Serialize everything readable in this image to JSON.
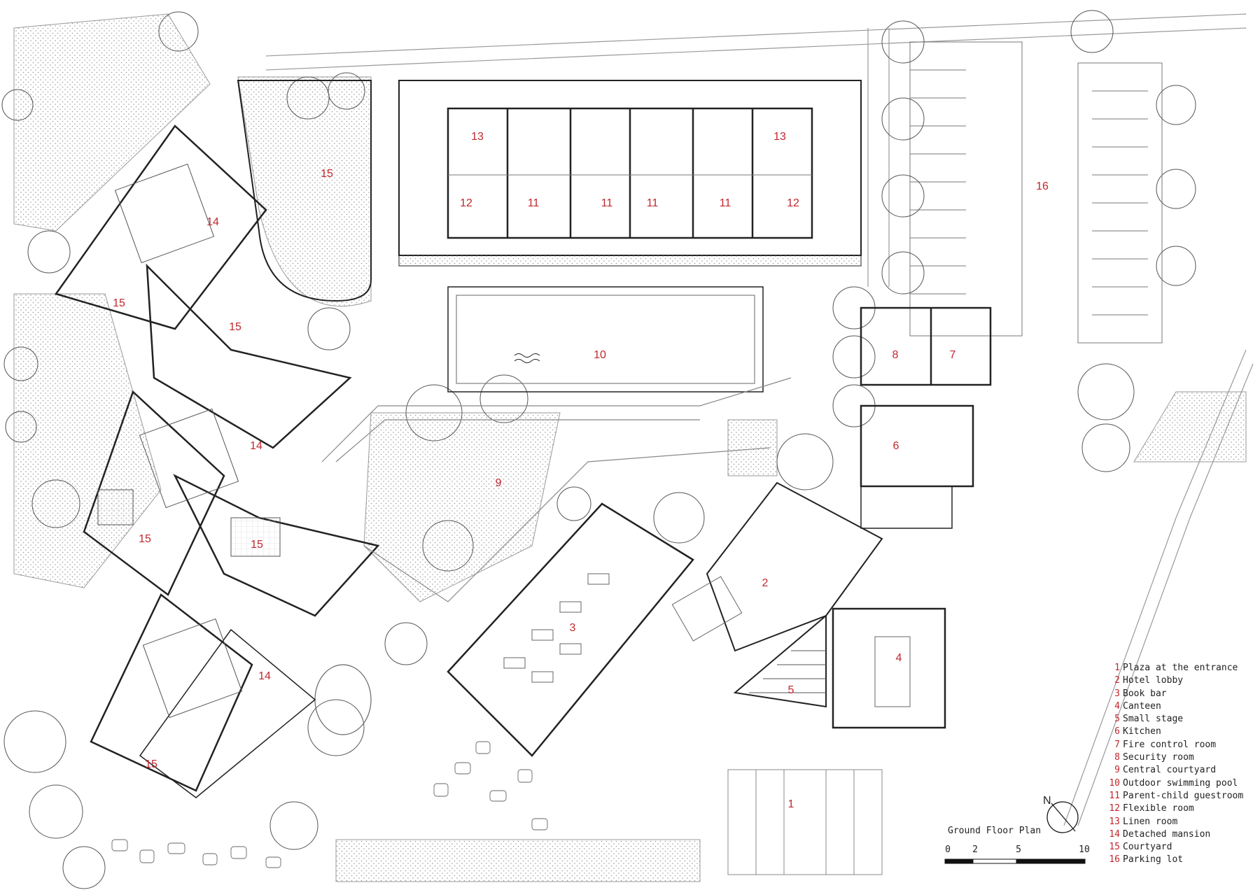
{
  "rooms": [
    {
      "id": "r1",
      "text": "1"
    },
    {
      "id": "r2",
      "text": "2"
    },
    {
      "id": "r3",
      "text": "3"
    },
    {
      "id": "r4",
      "text": "4"
    },
    {
      "id": "r5",
      "text": "5"
    },
    {
      "id": "r6",
      "text": "6"
    },
    {
      "id": "r7",
      "text": "7"
    },
    {
      "id": "r8",
      "text": "8"
    },
    {
      "id": "r9",
      "text": "9"
    },
    {
      "id": "r10",
      "text": "10"
    },
    {
      "id": "r11a",
      "text": "11"
    },
    {
      "id": "r11b",
      "text": "11"
    },
    {
      "id": "r11c",
      "text": "11"
    },
    {
      "id": "r11d",
      "text": "11"
    },
    {
      "id": "r12a",
      "text": "12"
    },
    {
      "id": "r12b",
      "text": "12"
    },
    {
      "id": "r13a",
      "text": "13"
    },
    {
      "id": "r13b",
      "text": "13"
    },
    {
      "id": "r14a",
      "text": "14"
    },
    {
      "id": "r14b",
      "text": "14"
    },
    {
      "id": "r14c",
      "text": "14"
    },
    {
      "id": "r15a",
      "text": "15"
    },
    {
      "id": "r15b",
      "text": "15"
    },
    {
      "id": "r15c",
      "text": "15"
    },
    {
      "id": "r15d",
      "text": "15"
    },
    {
      "id": "r15e",
      "text": "15"
    },
    {
      "id": "r15f",
      "text": "15"
    },
    {
      "id": "r16",
      "text": "16"
    }
  ],
  "legend": [
    {
      "num": "1",
      "label": "Plaza at the entrance"
    },
    {
      "num": "2",
      "label": "Hotel lobby"
    },
    {
      "num": "3",
      "label": "Book bar"
    },
    {
      "num": "4",
      "label": "Canteen"
    },
    {
      "num": "5",
      "label": "Small stage"
    },
    {
      "num": "6",
      "label": "Kitchen"
    },
    {
      "num": "7",
      "label": "Fire control room"
    },
    {
      "num": "8",
      "label": "Security room"
    },
    {
      "num": "9",
      "label": "Central courtyard"
    },
    {
      "num": "10",
      "label": "Outdoor swimming pool"
    },
    {
      "num": "11",
      "label": "Parent-child guestroom"
    },
    {
      "num": "12",
      "label": "Flexible room"
    },
    {
      "num": "13",
      "label": "Linen room"
    },
    {
      "num": "14",
      "label": "Detached mansion"
    },
    {
      "num": "15",
      "label": "Courtyard"
    },
    {
      "num": "16",
      "label": "Parking lot"
    }
  ],
  "plan_title": "Ground Floor Plan",
  "scale_ticks": [
    "0",
    "2",
    "5",
    "10"
  ],
  "north_label": "N",
  "colors": {
    "label": "#c0272d",
    "line": "#333333",
    "hatch": "#9a9a9a"
  }
}
